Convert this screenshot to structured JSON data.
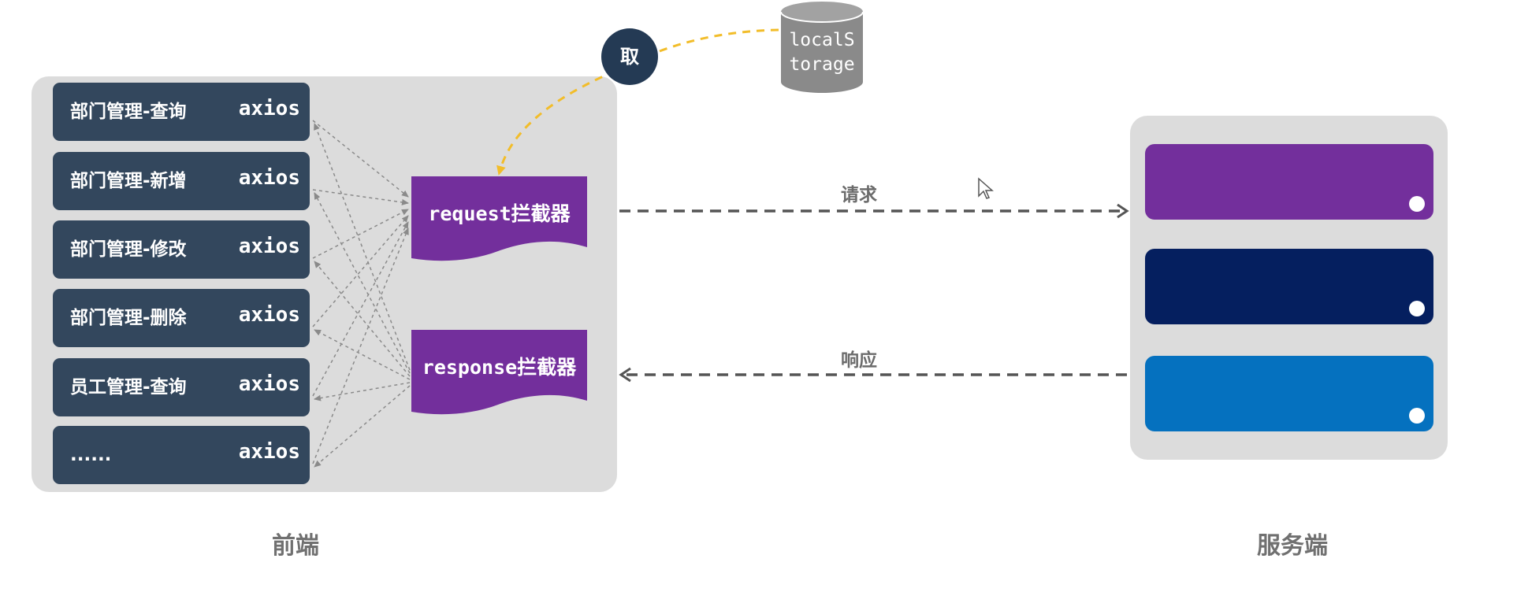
{
  "frontend": {
    "label": "前端",
    "api_calls": [
      {
        "label": "部门管理-查询",
        "client": "axios"
      },
      {
        "label": "部门管理-新增",
        "client": "axios"
      },
      {
        "label": "部门管理-修改",
        "client": "axios"
      },
      {
        "label": "部门管理-删除",
        "client": "axios"
      },
      {
        "label": "员工管理-查询",
        "client": "axios"
      },
      {
        "label": "......",
        "client": "axios"
      }
    ],
    "request_interceptor": "request拦截器",
    "response_interceptor": "response拦截器"
  },
  "storage": {
    "fetch_label": "取",
    "name_line1": "localS",
    "name_line2": "torage"
  },
  "flows": {
    "request": "请求",
    "response": "响应"
  },
  "server": {
    "label": "服务端",
    "bars": [
      {
        "color": "#732f9c"
      },
      {
        "color": "#051f5f"
      },
      {
        "color": "#0571bf"
      }
    ]
  },
  "colors": {
    "panel": "#dcdcdc",
    "api_row": "#33475d",
    "interceptor": "#732f9c",
    "fetch_circle": "#243a54",
    "storage": "#8a8a8a",
    "fetch_arrow": "#f2bd2a",
    "flow_arrow": "#555555",
    "connector": "#8a8a8a"
  }
}
